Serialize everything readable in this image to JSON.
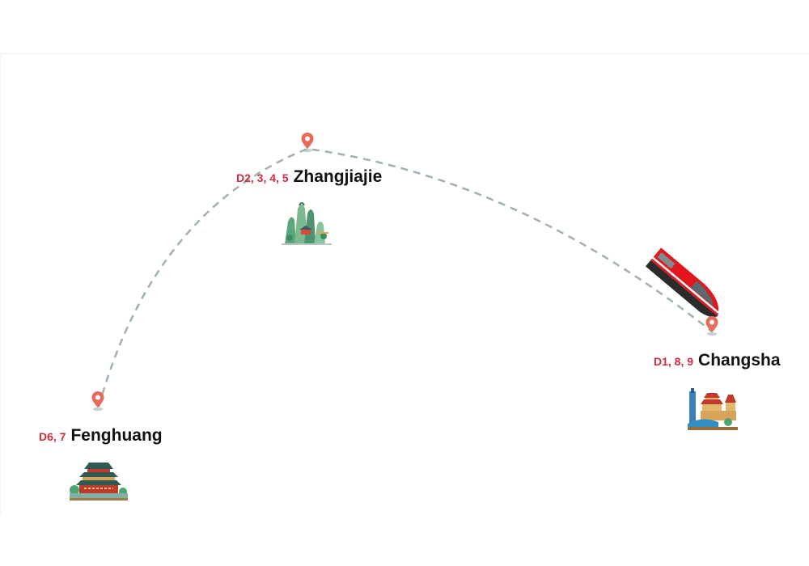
{
  "colors": {
    "route": "#9fb3aa",
    "pin": "#e86a5a",
    "day_text": "#d12a3c",
    "city_text": "#111111",
    "train_red": "#e3151d"
  },
  "stops": [
    {
      "id": "changsha",
      "days": "D1, 8, 9",
      "city": "Changsha",
      "icon": "city-landmark-icon"
    },
    {
      "id": "zhangjiajie",
      "days": "D2, 3, 4, 5",
      "city": "Zhangjiajie",
      "icon": "mountain-landmark-icon"
    },
    {
      "id": "fenghuang",
      "days": "D6, 7",
      "city": "Fenghuang",
      "icon": "pagoda-landmark-icon"
    }
  ],
  "transport": {
    "icon": "high-speed-train-icon"
  }
}
